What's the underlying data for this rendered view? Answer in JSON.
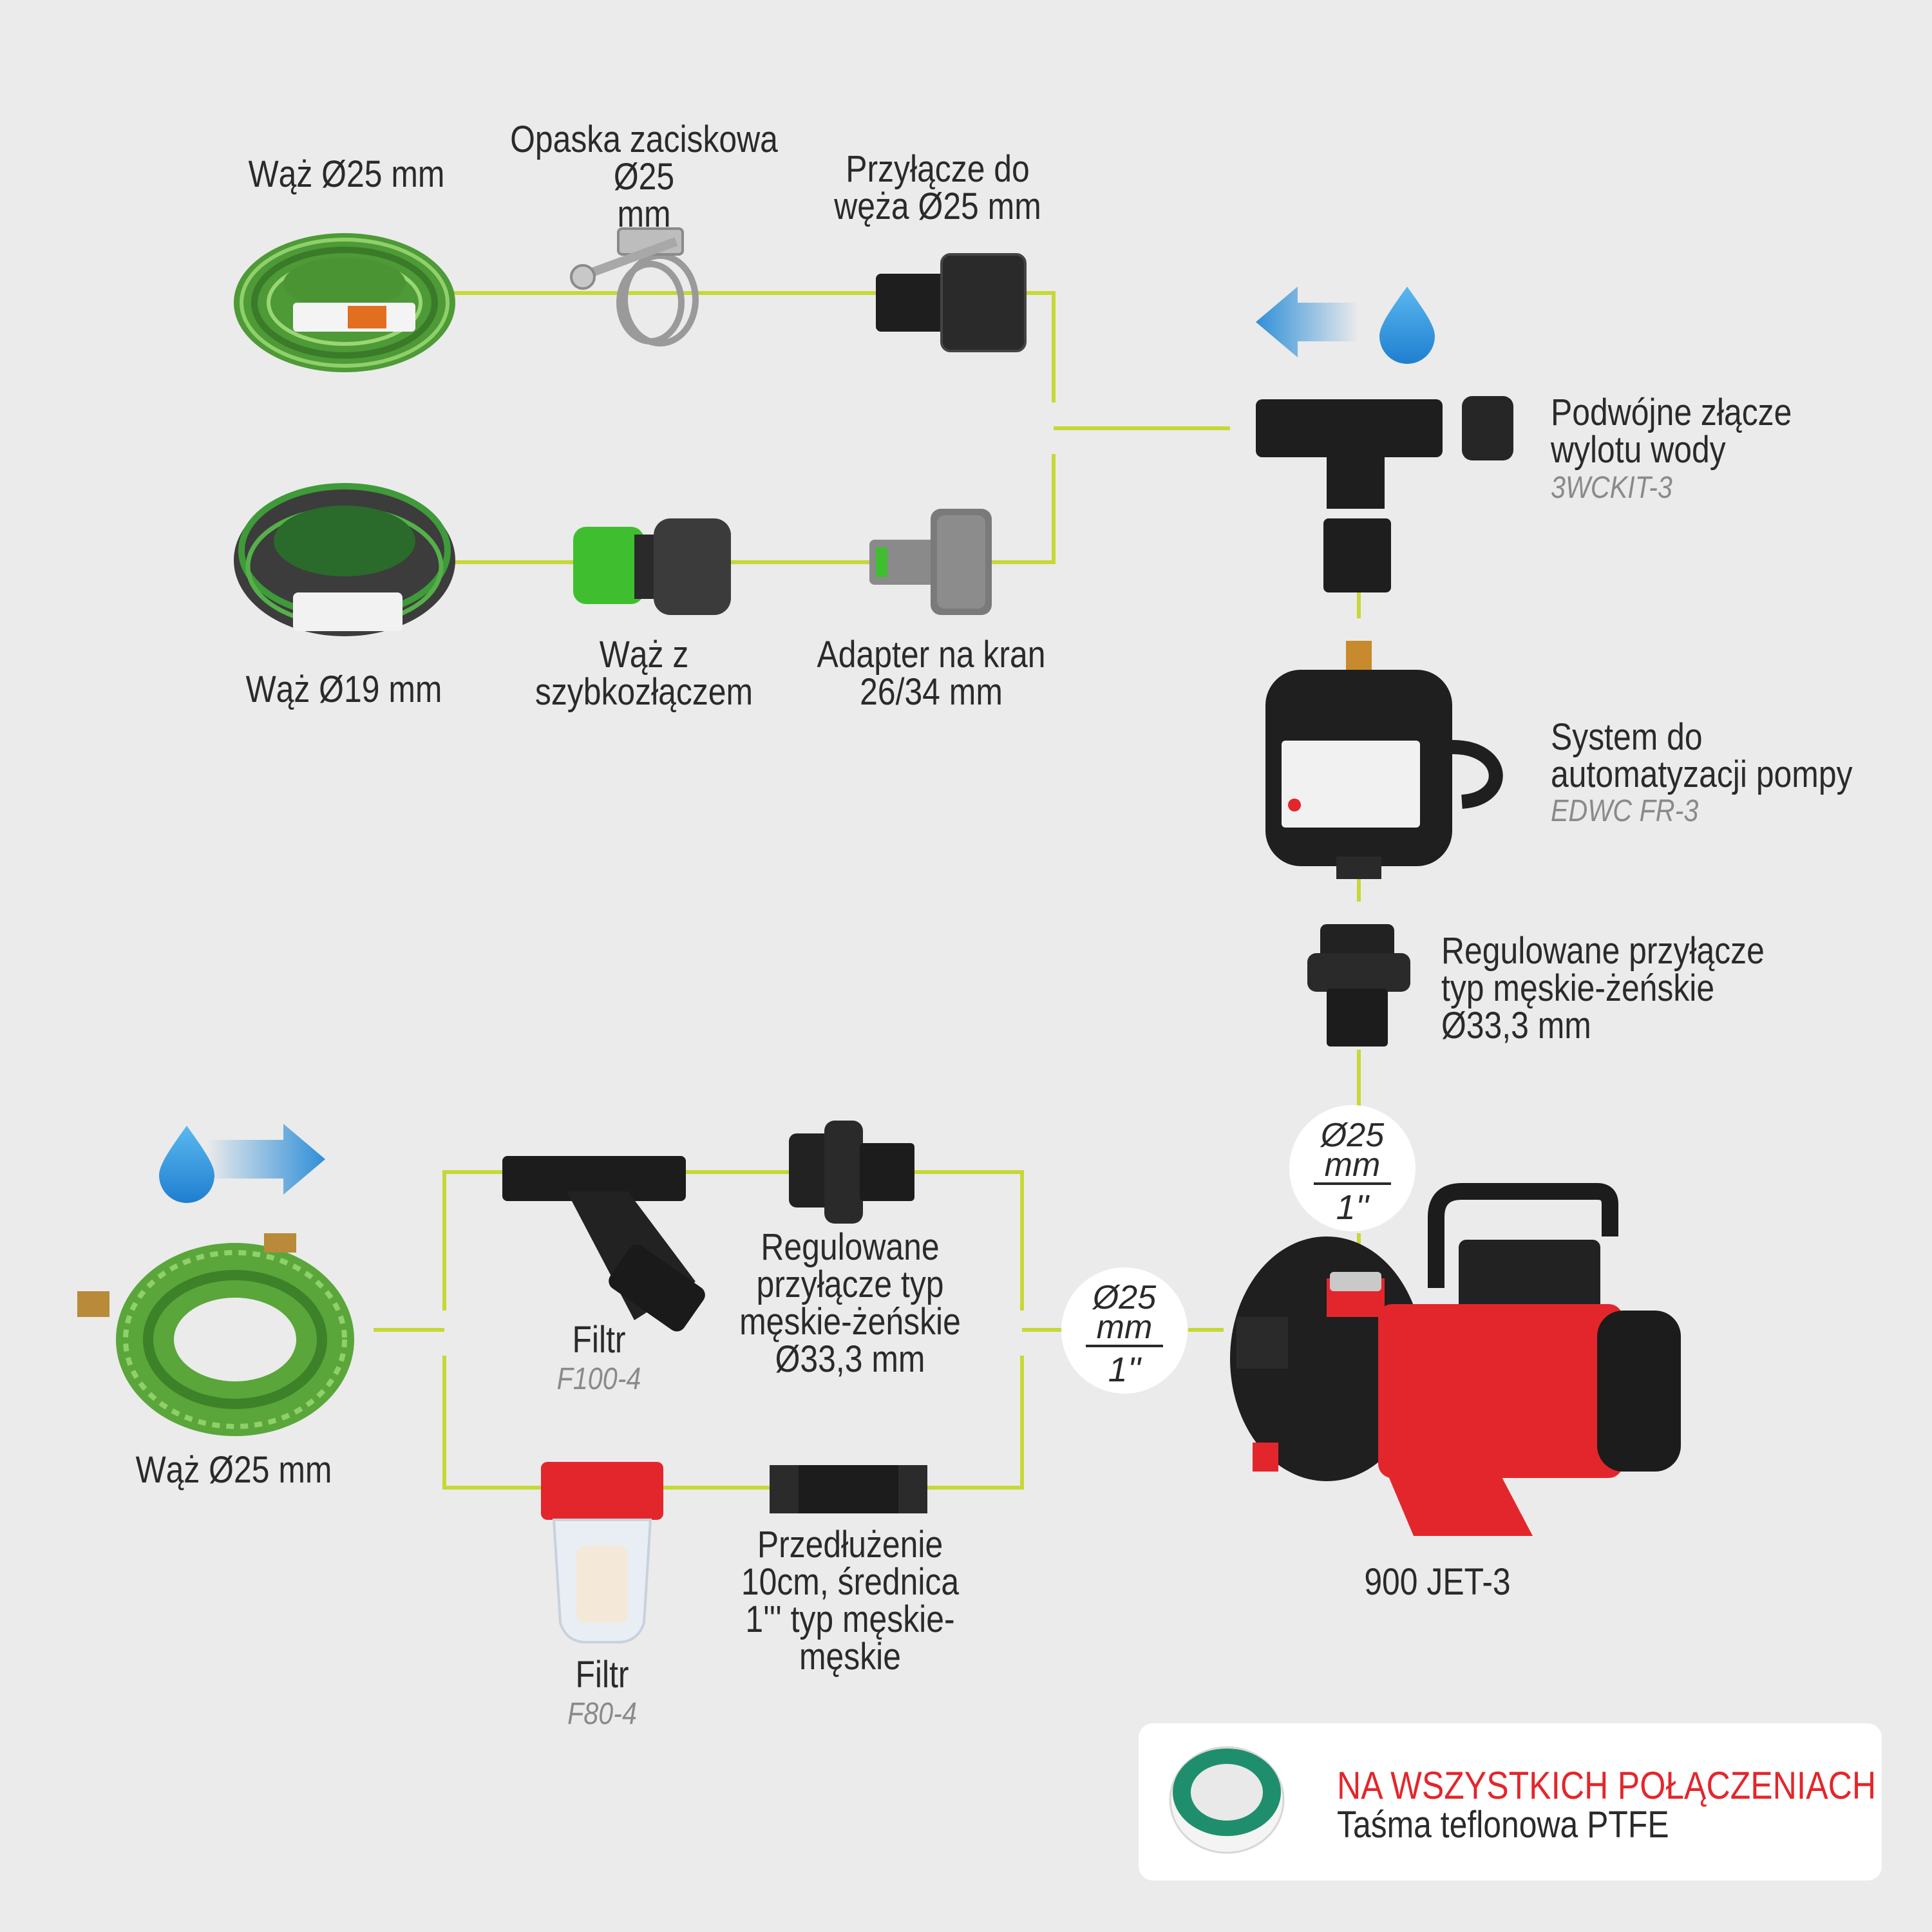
{
  "items": {
    "hose25_top": {
      "label": "Wąż Ø25 mm"
    },
    "clamp": {
      "label": "Opaska zaciskowa Ø25\nmm"
    },
    "hose_connector": {
      "label": "Przyłącze do\nwęża Ø25 mm"
    },
    "hose19": {
      "label": "Wąż Ø19 mm"
    },
    "quick_hose": {
      "label": "Wąż z\nszybkozłączem"
    },
    "tap_adapter": {
      "label": "Adapter na kran\n26/34 mm"
    },
    "double_outlet": {
      "label": "Podwójne złącze\nwylotu wody",
      "code": "3WCKIT-3"
    },
    "automation": {
      "label": "System do\nautomatyzacji pompy",
      "code": "EDWC FR-3"
    },
    "adj_connector_right": {
      "label": "Regulowane przyłącze\ntyp męskie-żeńskie\nØ33,3 mm"
    },
    "filter_f100": {
      "label": "Filtr",
      "code": "F100-4"
    },
    "adj_connector_mid": {
      "label": "Regulowane\nprzyłącze typ\nmęskie-żeńskie\nØ33,3 mm"
    },
    "hose25_bottom": {
      "label": "Wąż Ø25 mm"
    },
    "filter_f80": {
      "label": "Filtr",
      "code": "F80-4"
    },
    "extension": {
      "label": "Przedłużenie\n10cm, średnica\n1''' typ męskie-\nmęskie"
    },
    "pump": {
      "label": "900 JET-3"
    }
  },
  "badges": {
    "vertical": {
      "top": "Ø25\nmm",
      "bottom": "1''"
    },
    "horizontal": {
      "top": "Ø25\nmm",
      "bottom": "1''"
    }
  },
  "ptfe": {
    "headline": "NA WSZYSTKICH POŁĄCZENIACH",
    "subline": "Taśma teflonowa PTFE"
  },
  "colors": {
    "line": "#c6d836",
    "arrow_blue": "#2f8fd8",
    "pump_red": "#e3262b",
    "hose_green": "#5fae3e"
  }
}
